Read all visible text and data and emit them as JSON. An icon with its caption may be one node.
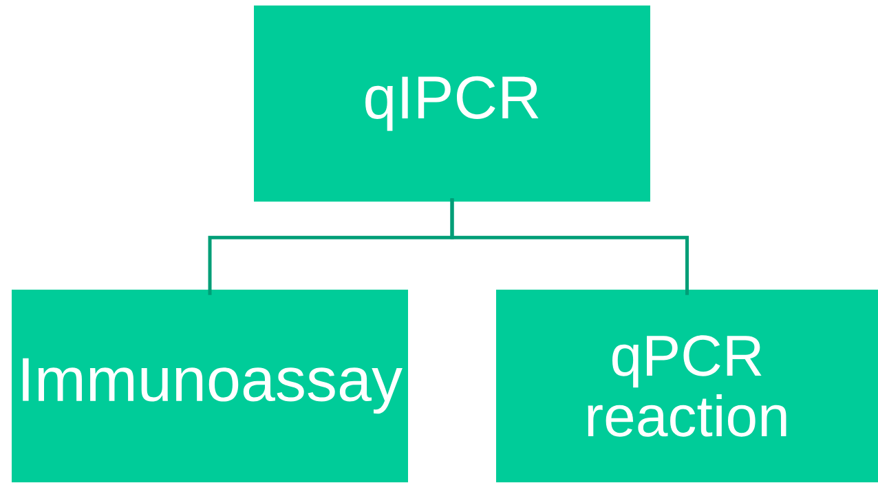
{
  "diagram": {
    "nodes": [
      {
        "text": [
          "qIPCR"
        ]
      },
      {
        "text": [
          "Immunoassay"
        ]
      },
      {
        "text": [
          "qPCR reaction"
        ]
      }
    ],
    "edges": [
      {
        "from": 0,
        "to": 1,
        "arrow": "none"
      },
      {
        "from": 0,
        "to": 2,
        "arrow": "none"
      }
    ]
  }
}
